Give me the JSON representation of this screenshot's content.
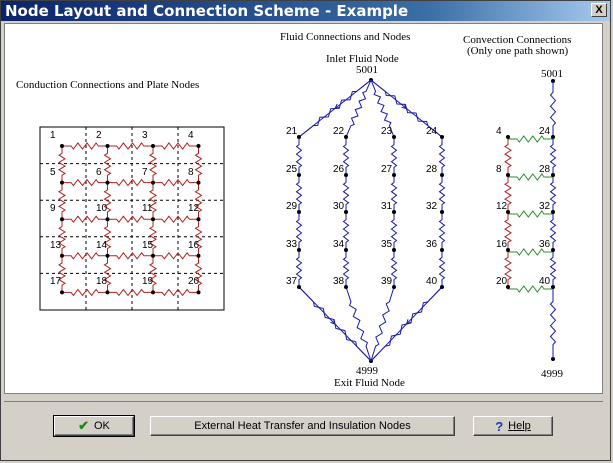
{
  "window": {
    "title": "Node Layout and Connection Scheme - Example",
    "close_label": "X"
  },
  "diagram": {
    "conduction_title": "Conduction Connections and Plate Nodes",
    "plate_nodes": [
      "1",
      "2",
      "3",
      "4",
      "5",
      "6",
      "7",
      "8",
      "9",
      "10",
      "11",
      "12",
      "13",
      "14",
      "15",
      "16",
      "17",
      "18",
      "19",
      "20"
    ],
    "fluid_title": "Fluid Connections and Nodes",
    "inlet_label": "Inlet Fluid Node",
    "inlet_node": "5001",
    "fluid_nodes": [
      "21",
      "22",
      "23",
      "24",
      "25",
      "26",
      "27",
      "28",
      "29",
      "30",
      "31",
      "32",
      "33",
      "34",
      "35",
      "36",
      "37",
      "38",
      "39",
      "40"
    ],
    "exit_node": "4999",
    "exit_label": "Exit Fluid Node",
    "convection_title_1": "Convection Connections",
    "convection_title_2": "(Only one path shown)",
    "conv_inlet": "5001",
    "conv_left_nodes": [
      "4",
      "8",
      "12",
      "16",
      "20"
    ],
    "conv_right_nodes": [
      "24",
      "28",
      "32",
      "36",
      "40"
    ],
    "conv_exit": "4999",
    "colors": {
      "conduction": "#b22222",
      "fluid": "#1a1aaa",
      "convection": "#2e8b2e",
      "node": "#000000"
    }
  },
  "buttons": {
    "ok_label": "OK",
    "external_label": "External Heat Transfer and Insulation Nodes",
    "help_label": "Help"
  }
}
